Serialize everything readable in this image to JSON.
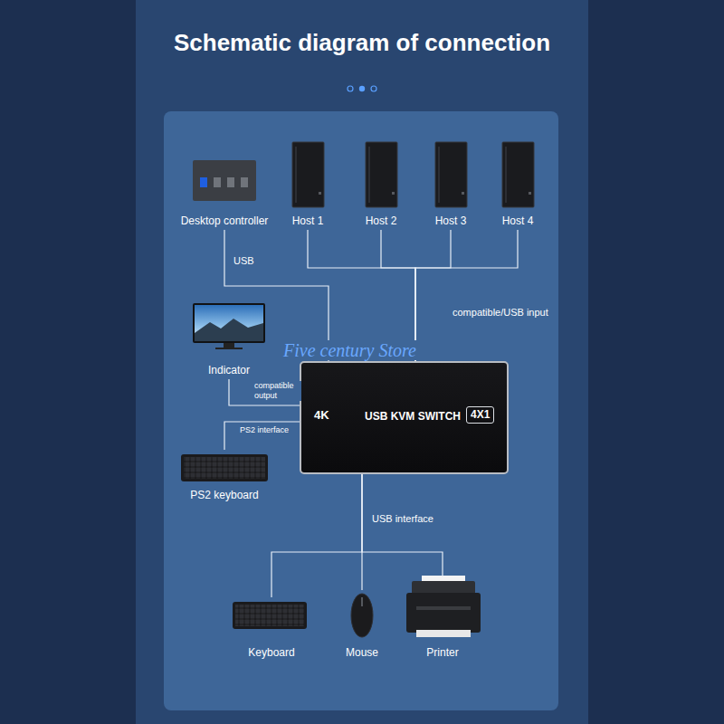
{
  "diagram": {
    "title": "Schematic diagram of connection",
    "nodes": [
      {
        "text": [
          "Desktop controller"
        ]
      },
      {
        "text": [
          "Host 1"
        ]
      },
      {
        "text": [
          "Host 2"
        ]
      },
      {
        "text": [
          "Host 3"
        ]
      },
      {
        "text": [
          "Host 4"
        ]
      },
      {
        "text": [
          "Indicator"
        ]
      },
      {
        "text": [
          "4K",
          "USB KVM SWITCH"
        ]
      },
      {
        "text": [
          "4X1"
        ],
        "in": 6
      },
      {
        "text": [
          "PS2 keyboard"
        ]
      },
      {
        "text": [
          "Keyboard"
        ]
      },
      {
        "text": [
          "Mouse"
        ]
      },
      {
        "text": [
          "Printer"
        ]
      }
    ],
    "edges": [
      {
        "from": 0,
        "to": 6,
        "arrow": "none",
        "label": "USB"
      },
      {
        "from": 1,
        "to": 6,
        "arrow": "none"
      },
      {
        "from": 2,
        "to": 6,
        "arrow": "none"
      },
      {
        "from": 3,
        "to": 6,
        "arrow": "none"
      },
      {
        "from": 4,
        "to": 6,
        "arrow": "none"
      },
      {
        "from": 6,
        "to": 5,
        "arrow": "none",
        "label": "compatible output"
      },
      {
        "from": 6,
        "to": 8,
        "arrow": "none",
        "label": "PS2 interface"
      },
      {
        "from": 6,
        "to": 9,
        "arrow": "none"
      },
      {
        "from": 6,
        "to": 10,
        "arrow": "none"
      },
      {
        "from": 6,
        "to": 11,
        "arrow": "none"
      }
    ],
    "labels": [
      "Five century Store",
      "compatible/USB input",
      "USB interface"
    ]
  }
}
